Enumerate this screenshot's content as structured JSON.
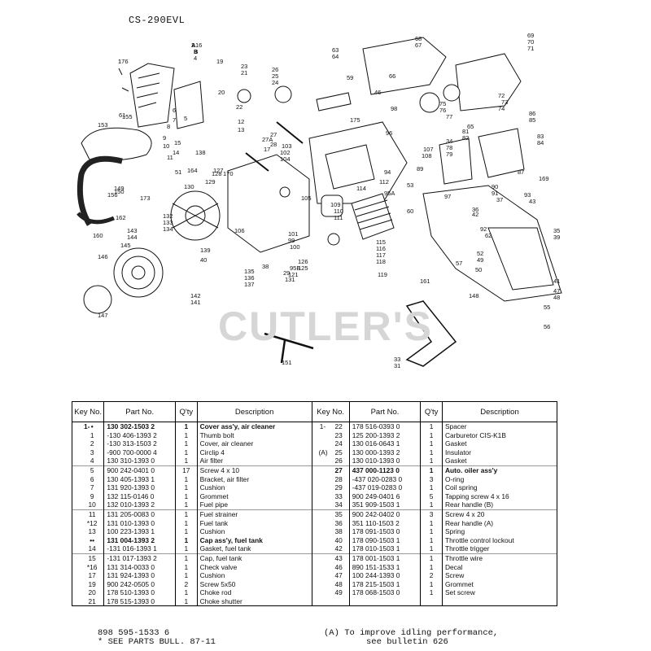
{
  "model": "CS-290EVL",
  "watermark": "CUTLER'S",
  "diagram_labels": [
    "1",
    "2",
    "3",
    "4",
    "5",
    "6",
    "7",
    "8",
    "9",
    "10",
    "11",
    "12",
    "13",
    "14",
    "15",
    "16",
    "17",
    "19",
    "20",
    "21",
    "22",
    "23",
    "24",
    "25",
    "26",
    "27",
    "27A",
    "28",
    "29",
    "31",
    "33",
    "34",
    "35",
    "36",
    "37",
    "38",
    "39",
    "40",
    "41",
    "42",
    "43",
    "46",
    "47",
    "48",
    "49",
    "50",
    "51",
    "52",
    "53",
    "55",
    "56",
    "57",
    "59",
    "60",
    "61",
    "62",
    "63",
    "64",
    "65",
    "66",
    "67",
    "68",
    "69",
    "70",
    "71",
    "72",
    "73",
    "74",
    "75",
    "76",
    "77",
    "78",
    "79",
    "81",
    "82",
    "83",
    "84",
    "85",
    "86",
    "87",
    "89",
    "90",
    "91",
    "92",
    "93",
    "94",
    "95A",
    "95B",
    "96",
    "97",
    "98",
    "99",
    "100",
    "101",
    "102",
    "103",
    "104",
    "105",
    "106",
    "107",
    "108",
    "109",
    "110",
    "111",
    "112",
    "114",
    "115",
    "116",
    "117",
    "118",
    "119",
    "121",
    "125",
    "126",
    "127",
    "128",
    "129",
    "130",
    "131",
    "132",
    "133",
    "134",
    "135",
    "136",
    "137",
    "138",
    "139",
    "141",
    "142",
    "143",
    "144",
    "145",
    "146",
    "147",
    "148",
    "149",
    "150",
    "151",
    "153",
    "155",
    "156",
    "160",
    "161",
    "162",
    "164",
    "169",
    "170",
    "173",
    "175",
    "176",
    "A",
    "B"
  ],
  "table": {
    "headers": [
      "Key No.",
      "Part No.",
      "Q'ty",
      "Description",
      "Key No.",
      "Part No.",
      "Q'ty",
      "Description"
    ],
    "rows": [
      [
        "1-",
        "•",
        "130 302-1503 2",
        "1",
        "Cover ass'y, air cleaner",
        "1-",
        "",
        "22",
        "178 516-0393 0",
        "1",
        "Spacer"
      ],
      [
        "",
        "1",
        "-130 406-1393 2",
        "1",
        "Thumb bolt",
        "",
        "",
        "23",
        "125 200-1393 2",
        "1",
        "Carburetor CIS-K1B"
      ],
      [
        "",
        "2",
        "-130 313-1503 2",
        "1",
        "Cover, air cleaner",
        "",
        "",
        "24",
        "130 016-0643 1",
        "1",
        "Gasket"
      ],
      [
        "",
        "3",
        "-900 700-0000 4",
        "1",
        "Circlip 4",
        "(A)",
        "",
        "25",
        "130 000-1393 2",
        "1",
        "Insulator"
      ],
      [
        "",
        "4",
        "130 310-1393 0",
        "1",
        "Air filter",
        "",
        "",
        "26",
        "130 010-1393 0",
        "1",
        "Gasket"
      ],
      [
        "",
        "5",
        "900 242-0401 0",
        "17",
        "Screw 4 x 10",
        "",
        "",
        "27",
        "437 000-1123 0",
        "1",
        "Auto. oiler ass'y"
      ],
      [
        "",
        "6",
        "130 405-1393 1",
        "1",
        "Bracket, air filter",
        "",
        "",
        "28",
        "-437 020-0283 0",
        "3",
        "O-ring"
      ],
      [
        "",
        "7",
        "131 920-1393 0",
        "1",
        "Cushion",
        "",
        "",
        "29",
        "-437 019-0283 0",
        "1",
        "Coil spring"
      ],
      [
        "",
        "9",
        "132 115-0146 0",
        "1",
        "Grommet",
        "",
        "",
        "33",
        "900 249-0401 6",
        "5",
        "Tapping screw 4 x 16"
      ],
      [
        "",
        "10",
        "132 010-1393 2",
        "1",
        "Fuel pipe",
        "",
        "",
        "34",
        "351 909-1503 1",
        "1",
        "Rear handle (B)"
      ],
      [
        "",
        "11",
        "131 205-0083 0",
        "1",
        "Fuel strainer",
        "",
        "",
        "35",
        "900 242-0402 0",
        "3",
        "Screw 4 x 20"
      ],
      [
        "",
        "*12",
        "131 010-1393 0",
        "1",
        "Fuel tank",
        "",
        "",
        "36",
        "351 110-1503 2",
        "1",
        "Rear handle (A)"
      ],
      [
        "",
        "13",
        "100 223-1393 1",
        "1",
        "Cushion",
        "",
        "",
        "38",
        "178 091-1503 0",
        "1",
        "Spring"
      ],
      [
        "",
        "••",
        "131 004-1393 2",
        "1",
        "Cap ass'y, fuel tank",
        "",
        "",
        "40",
        "178 090-1503 1",
        "1",
        "Throttle control lockout"
      ],
      [
        "",
        "14",
        "-131 016-1393 1",
        "1",
        "Gasket, fuel tank",
        "",
        "",
        "42",
        "178 010-1503 1",
        "1",
        "Throttle trigger"
      ],
      [
        "",
        "15",
        "-131 017-1393 2",
        "1",
        "Cap, fuel tank",
        "",
        "",
        "43",
        "178 001-1503 1",
        "1",
        "Throttle wire"
      ],
      [
        "",
        "*16",
        "131 314-0033 0",
        "1",
        "Check valve",
        "",
        "",
        "46",
        "890 151-1533 1",
        "1",
        "Decal"
      ],
      [
        "",
        "17",
        "131 924-1393 0",
        "1",
        "Cushion",
        "",
        "",
        "47",
        "100 244-1393 0",
        "2",
        "Screw"
      ],
      [
        "",
        "19",
        "900 242-0505 0",
        "2",
        "Screw 5x50",
        "",
        "",
        "48",
        "178 215-1503 1",
        "1",
        "Grommet"
      ],
      [
        "",
        "20",
        "178 510-1393 0",
        "1",
        "Choke rod",
        "",
        "",
        "49",
        "178 068-1503 0",
        "1",
        "Set screw"
      ],
      [
        "",
        "21",
        "178 515-1393 0",
        "1",
        "Choke shutter",
        "",
        "",
        "",
        "",
        "",
        ""
      ]
    ]
  },
  "footer": {
    "line1": "898 595-1533 6",
    "line2": "* SEE PARTS BULL.  87-11",
    "note1": "(A) To improve idling performance,",
    "note2": "see bulletin 626"
  }
}
